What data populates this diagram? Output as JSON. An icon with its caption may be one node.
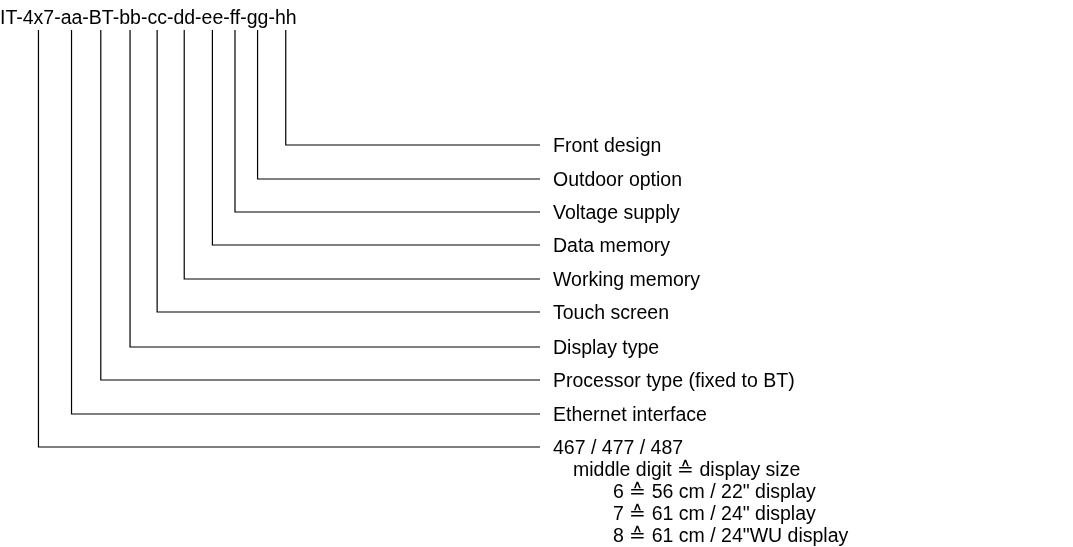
{
  "diagram": {
    "nodes": [
      {
        "text": [
          "IT-4x7-aa-BT-bb-cc-dd-ee-ff-gg-hh"
        ]
      },
      {
        "text": [
          "Front design"
        ]
      },
      {
        "text": [
          "Outdoor option"
        ]
      },
      {
        "text": [
          "Voltage supply"
        ]
      },
      {
        "text": [
          "Data memory"
        ]
      },
      {
        "text": [
          "Working memory"
        ]
      },
      {
        "text": [
          "Touch screen"
        ]
      },
      {
        "text": [
          "Display type"
        ]
      },
      {
        "text": [
          "Processor type (fixed to BT)"
        ]
      },
      {
        "text": [
          "Ethernet interface"
        ]
      },
      {
        "text": [
          "467 / 477 / 487",
          "middle digit ≙ display size",
          "6 ≙ 56 cm / 22\" display",
          "7 ≙ 61 cm / 24\" display",
          "8 ≙ 61 cm / 24\"WU display"
        ]
      }
    ],
    "edges": [
      {
        "from": 1,
        "to": 0,
        "arrow": "none"
      },
      {
        "from": 2,
        "to": 0,
        "arrow": "none"
      },
      {
        "from": 3,
        "to": 0,
        "arrow": "none"
      },
      {
        "from": 4,
        "to": 0,
        "arrow": "none"
      },
      {
        "from": 5,
        "to": 0,
        "arrow": "none"
      },
      {
        "from": 6,
        "to": 0,
        "arrow": "none"
      },
      {
        "from": 7,
        "to": 0,
        "arrow": "none"
      },
      {
        "from": 8,
        "to": 0,
        "arrow": "none"
      },
      {
        "from": 9,
        "to": 0,
        "arrow": "none"
      },
      {
        "from": 10,
        "to": 0,
        "arrow": "none"
      }
    ]
  }
}
